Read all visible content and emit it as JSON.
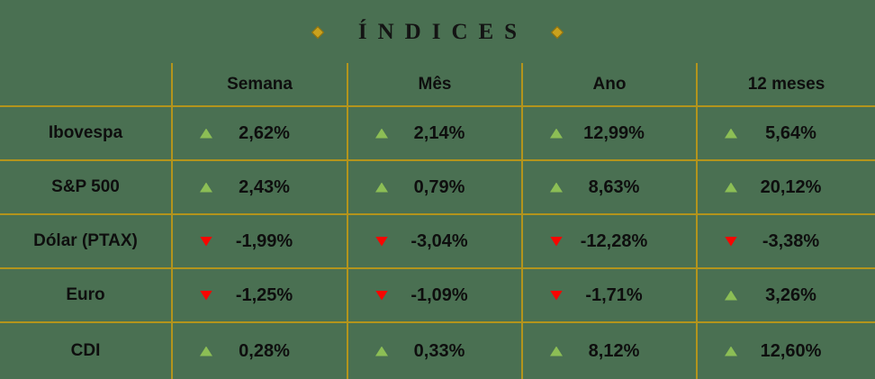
{
  "title": "ÍNDICES",
  "colors": {
    "bg": "#4A7052",
    "line": "#B3941C",
    "diamond": "#C9A11D",
    "up": "#8CBE55",
    "down": "#F80500",
    "text": "#0E0E0E"
  },
  "table": {
    "columns": [
      "Semana",
      "Mês",
      "Ano",
      "12 meses"
    ],
    "rows": [
      {
        "label": "Ibovespa",
        "values": [
          {
            "dir": "up",
            "text": "2,62%"
          },
          {
            "dir": "up",
            "text": "2,14%"
          },
          {
            "dir": "up",
            "text": "12,99%"
          },
          {
            "dir": "up",
            "text": "5,64%"
          }
        ]
      },
      {
        "label": "S&P 500",
        "values": [
          {
            "dir": "up",
            "text": "2,43%"
          },
          {
            "dir": "up",
            "text": "0,79%"
          },
          {
            "dir": "up",
            "text": "8,63%"
          },
          {
            "dir": "up",
            "text": "20,12%"
          }
        ]
      },
      {
        "label": "Dólar (PTAX)",
        "values": [
          {
            "dir": "down",
            "text": "-1,99%"
          },
          {
            "dir": "down",
            "text": "-3,04%"
          },
          {
            "dir": "down",
            "text": "-12,28%"
          },
          {
            "dir": "down",
            "text": "-3,38%"
          }
        ]
      },
      {
        "label": "Euro",
        "values": [
          {
            "dir": "down",
            "text": "-1,25%"
          },
          {
            "dir": "down",
            "text": "-1,09%"
          },
          {
            "dir": "down",
            "text": "-1,71%"
          },
          {
            "dir": "up",
            "text": "3,26%"
          }
        ]
      },
      {
        "label": "CDI",
        "values": [
          {
            "dir": "up",
            "text": "0,28%"
          },
          {
            "dir": "up",
            "text": "0,33%"
          },
          {
            "dir": "up",
            "text": "8,12%"
          },
          {
            "dir": "up",
            "text": "12,60%"
          }
        ]
      }
    ]
  },
  "chart_data": {
    "type": "table",
    "title": "ÍNDICES",
    "columns": [
      "",
      "Semana",
      "Mês",
      "Ano",
      "12 meses"
    ],
    "rows": [
      [
        "Ibovespa",
        "2,62%",
        "2,14%",
        "12,99%",
        "5,64%"
      ],
      [
        "S&P 500",
        "2,43%",
        "0,79%",
        "8,63%",
        "20,12%"
      ],
      [
        "Dólar (PTAX)",
        "-1,99%",
        "-3,04%",
        "-12,28%",
        "-3,38%"
      ],
      [
        "Euro",
        "-1,25%",
        "-1,09%",
        "-1,71%",
        "3,26%"
      ],
      [
        "CDI",
        "0,28%",
        "0,33%",
        "8,12%",
        "12,60%"
      ]
    ],
    "directions": [
      [
        "up",
        "up",
        "up",
        "up"
      ],
      [
        "up",
        "up",
        "up",
        "up"
      ],
      [
        "down",
        "down",
        "down",
        "down"
      ],
      [
        "down",
        "down",
        "down",
        "up"
      ],
      [
        "up",
        "up",
        "up",
        "up"
      ]
    ]
  }
}
